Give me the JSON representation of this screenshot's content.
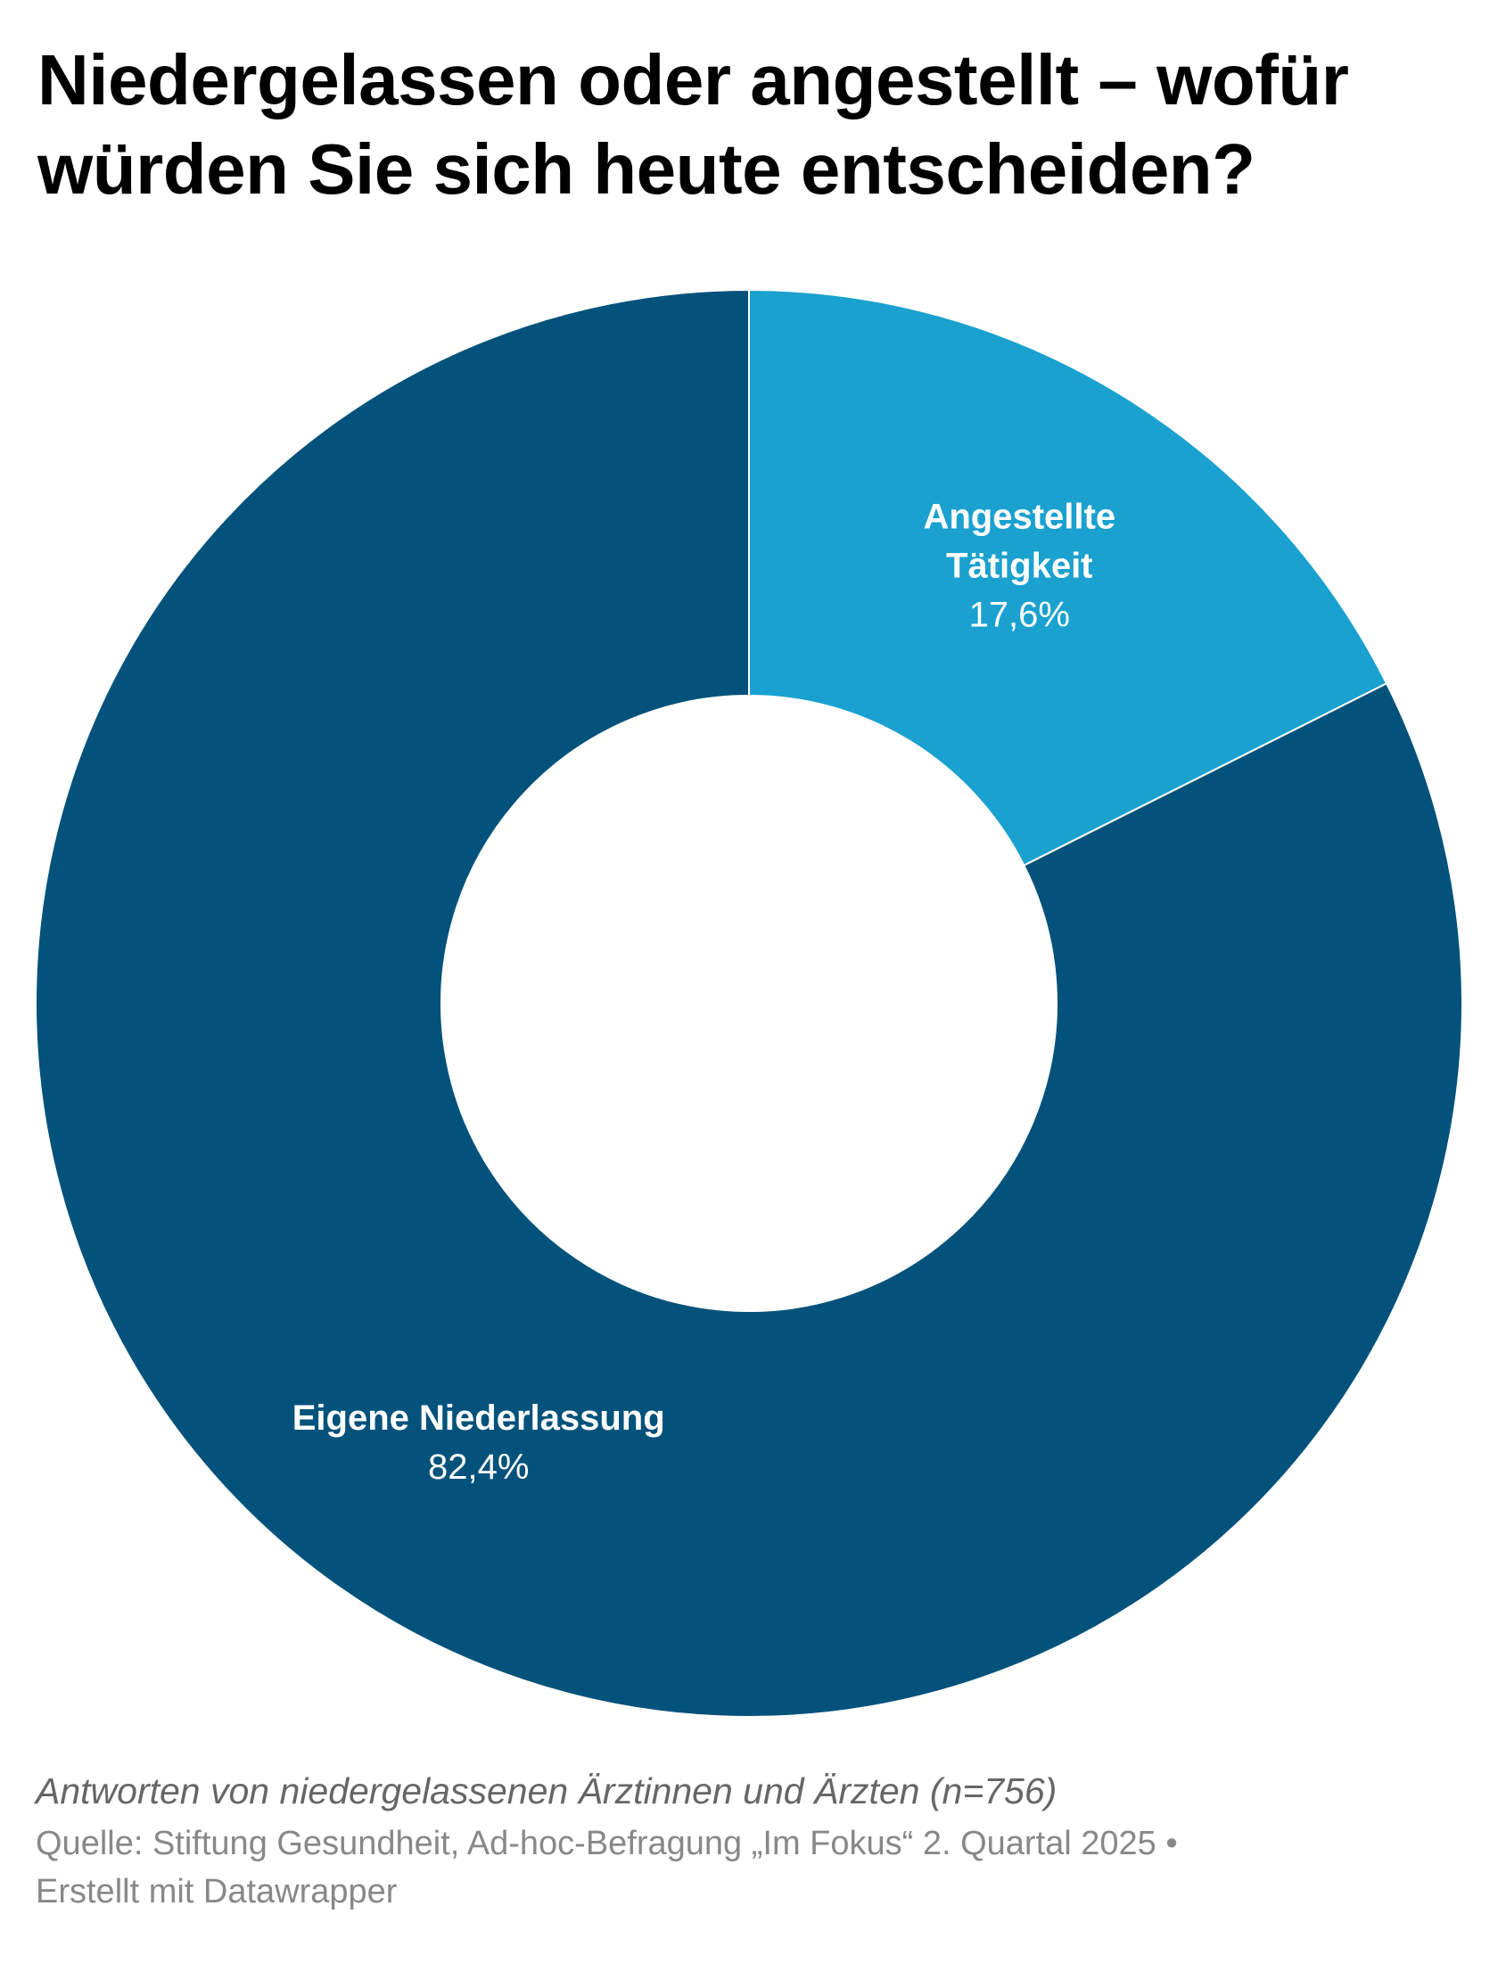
{
  "title": "Niedergelassen oder angestellt – wofür würden Sie sich heute entscheiden?",
  "notes": "Antworten von niedergelassenen Ärztinnen und Ärzten (n=756)",
  "source_line1": "Quelle: Stiftung Gesundheit, Ad-hoc-Befragung „Im Fokus“ 2. Quartal 2025 •",
  "source_line2": "Erstellt mit Datawrapper",
  "chart_data": {
    "type": "pie",
    "title": "Niedergelassen oder angestellt – wofür würden Sie sich heute entscheiden?",
    "start_angle_deg": 0,
    "direction": "clockwise",
    "slices": [
      {
        "name_lines": [
          "Angestellte",
          "Tätigkeit"
        ],
        "value": 17.6,
        "value_label": "17,6%",
        "color": "#1aa1cf"
      },
      {
        "name_lines": [
          "Eigene Niederlassung"
        ],
        "value": 82.4,
        "value_label": "82,4%",
        "color": "#03527b"
      }
    ]
  }
}
